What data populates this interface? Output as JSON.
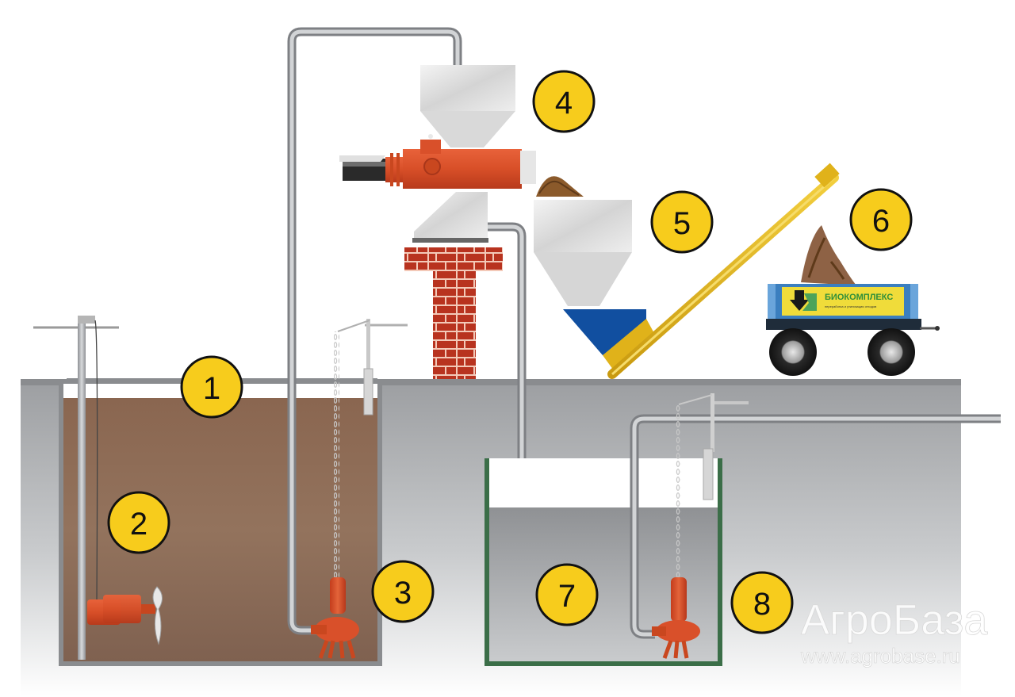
{
  "diagram": {
    "title": "Manure separation process",
    "labels": [
      {
        "id": "1",
        "text": "1",
        "component": "storage-tank"
      },
      {
        "id": "2",
        "text": "2",
        "component": "submersible-mixer"
      },
      {
        "id": "3",
        "text": "3",
        "component": "submersible-pump"
      },
      {
        "id": "4",
        "text": "4",
        "component": "screw-press-separator"
      },
      {
        "id": "5",
        "text": "5",
        "component": "receiving-hopper"
      },
      {
        "id": "6",
        "text": "6",
        "component": "trailer"
      },
      {
        "id": "7",
        "text": "7",
        "component": "liquid-fraction-tank"
      },
      {
        "id": "8",
        "text": "8",
        "component": "liquid-fraction-pump"
      }
    ],
    "trailer_logo": {
      "brand": "БИОКОМПЛЕКС",
      "tagline": "переработка и утилизация отходов"
    },
    "colors": {
      "badge_fill": "#f7cc1c",
      "badge_stroke": "#111111",
      "manure": "#8a6a52",
      "ground": "#a9abae",
      "pump": "#d9502a",
      "brick": "#b8331f",
      "hopper_blue": "#114fa0",
      "conveyor": "#e0b21a",
      "trailer_blue": "#3b7fbf",
      "tank_green": "#3b6e48"
    }
  },
  "watermark": {
    "brand": "АгроБаза",
    "url": "www.agrobase.ru"
  }
}
